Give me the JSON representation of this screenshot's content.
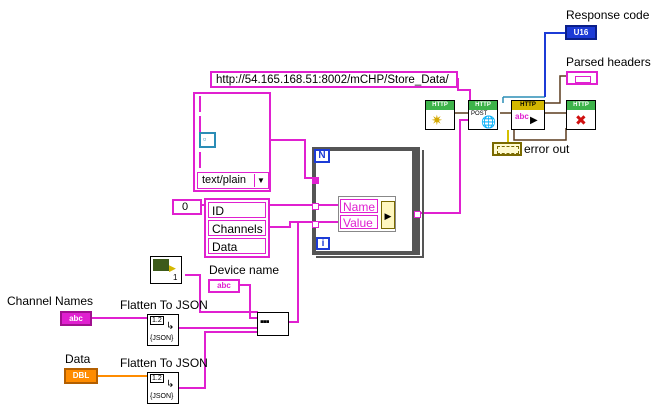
{
  "url_constant": "http://54.165.168.51:8002/mCHP/Store_Data/",
  "labels": {
    "response_code": "Response code",
    "parsed_headers": "Parsed headers",
    "error_out": "error out",
    "device_name": "Device name",
    "channel_names": "Channel Names",
    "data": "Data",
    "flatten1": "Flatten To JSON",
    "flatten2": "Flatten To JSON"
  },
  "ring_control": {
    "value": "text/plain"
  },
  "array_index": "0",
  "cluster_items": [
    "ID",
    "Channels",
    "Data"
  ],
  "loop": {
    "count_label": "N",
    "index_label": "i"
  },
  "name_value": {
    "name": "Name",
    "value": "Value"
  },
  "terminals": {
    "response_code_type": "U16",
    "channel_names_type": "abc",
    "data_type": "DBL",
    "device_name_type": "abc"
  },
  "http_vis": {
    "open": "HTTP",
    "post": "HTTP",
    "headers": "HTTP",
    "close": "HTTP",
    "post_sub": "POST"
  },
  "json_glyph": "{JSON}",
  "json_num": "1.2",
  "counter_badge": "1"
}
